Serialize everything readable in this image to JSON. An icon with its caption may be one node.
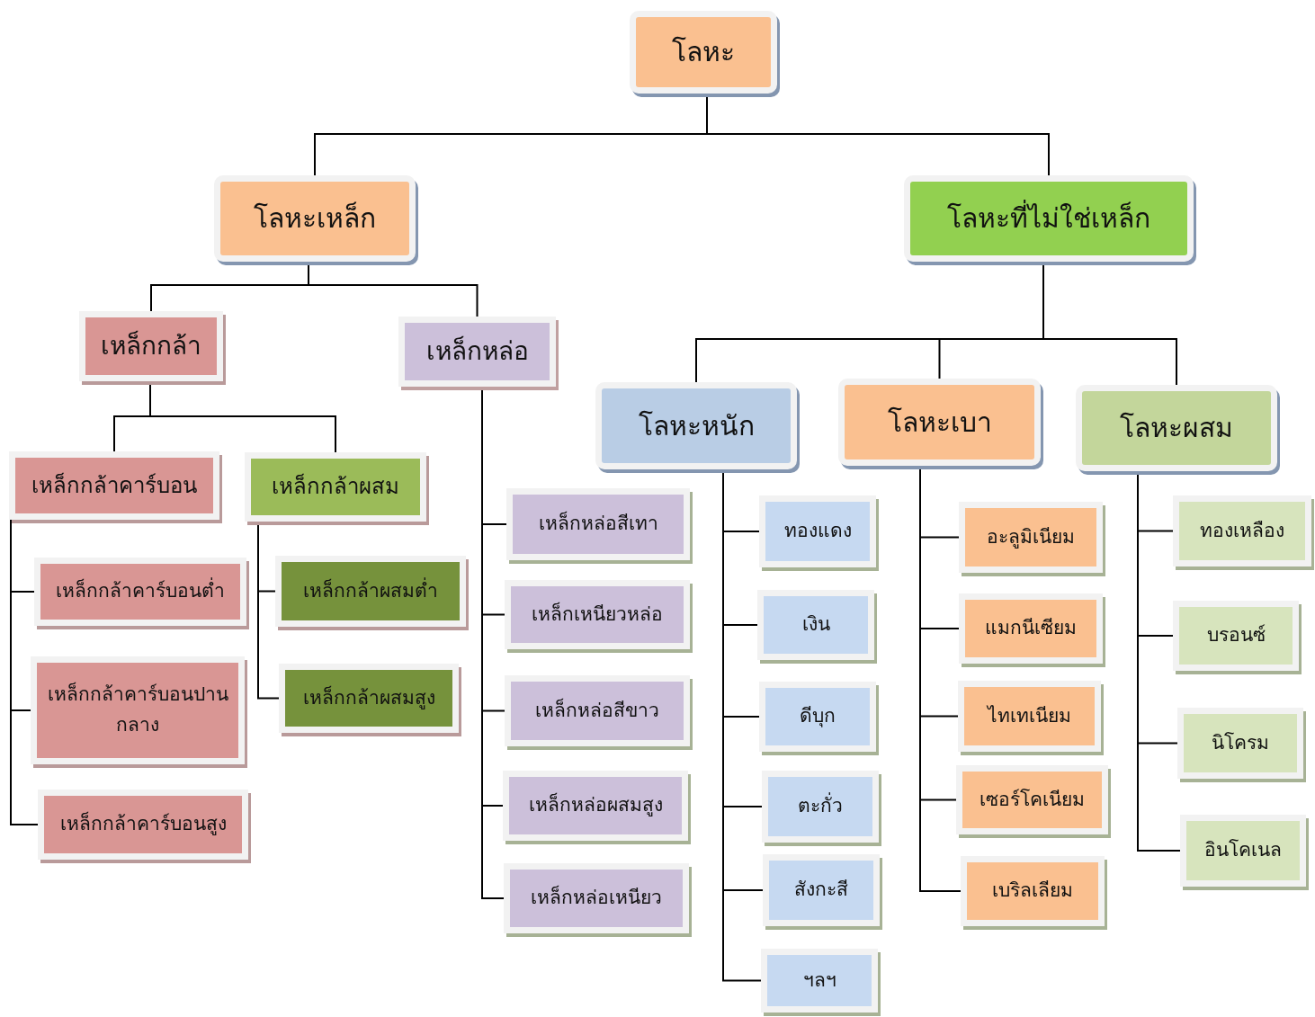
{
  "diagram": {
    "nodes": [
      {
        "text": [
          "โลหะ"
        ]
      },
      {
        "text": [
          "โลหะเหล็ก"
        ]
      },
      {
        "text": [
          "โลหะที่ไม่ใช่เหล็ก"
        ]
      },
      {
        "text": [
          "เหล็กกล้า"
        ]
      },
      {
        "text": [
          "เหล็กหล่อ"
        ]
      },
      {
        "text": [
          "เหล็กกล้าคาร์บอน"
        ]
      },
      {
        "text": [
          "เหล็กกล้าผสม"
        ]
      },
      {
        "text": [
          "เหล็กกล้าคาร์บอนต่ำ"
        ]
      },
      {
        "text": [
          "เหล็กกล้าคาร์บอนปานกลาง"
        ]
      },
      {
        "text": [
          "เหล็กกล้าคาร์บอนสูง"
        ]
      },
      {
        "text": [
          "เหล็กกล้าผสมต่ำ"
        ]
      },
      {
        "text": [
          "เหล็กกล้าผสมสูง"
        ]
      },
      {
        "text": [
          "เหล็กหล่อสีเทา"
        ]
      },
      {
        "text": [
          "เหล็กเหนียวหล่อ"
        ]
      },
      {
        "text": [
          "เหล็กหล่อสีขาว"
        ]
      },
      {
        "text": [
          "เหล็กหล่อผสมสูง"
        ]
      },
      {
        "text": [
          "เหล็กหล่อเหนียว"
        ]
      },
      {
        "text": [
          "โลหะหนัก"
        ]
      },
      {
        "text": [
          "โลหะเบา"
        ]
      },
      {
        "text": [
          "โลหะผสม"
        ]
      },
      {
        "text": [
          "ทองแดง"
        ]
      },
      {
        "text": [
          "เงิน"
        ]
      },
      {
        "text": [
          "ดีบุก"
        ]
      },
      {
        "text": [
          "ตะกั่ว"
        ]
      },
      {
        "text": [
          "สังกะสี"
        ]
      },
      {
        "text": [
          "ฯลฯ"
        ]
      },
      {
        "text": [
          "อะลูมิเนียม"
        ]
      },
      {
        "text": [
          "แมกนีเซียม"
        ]
      },
      {
        "text": [
          "ไทเทเนียม"
        ]
      },
      {
        "text": [
          "เซอร์โคเนียม"
        ]
      },
      {
        "text": [
          "เบริลเลียม"
        ]
      },
      {
        "text": [
          "ทองเหลือง"
        ]
      },
      {
        "text": [
          "บรอนซ์"
        ]
      },
      {
        "text": [
          "นิโครม"
        ]
      },
      {
        "text": [
          "อินโคเนล"
        ]
      }
    ],
    "edges": [
      {
        "from": 0,
        "to": 1,
        "arrow": "none"
      },
      {
        "from": 0,
        "to": 2,
        "arrow": "none"
      },
      {
        "from": 1,
        "to": 3,
        "arrow": "none"
      },
      {
        "from": 1,
        "to": 4,
        "arrow": "none"
      },
      {
        "from": 3,
        "to": 5,
        "arrow": "none"
      },
      {
        "from": 3,
        "to": 6,
        "arrow": "none"
      },
      {
        "from": 5,
        "to": 7,
        "arrow": "none"
      },
      {
        "from": 5,
        "to": 8,
        "arrow": "none"
      },
      {
        "from": 5,
        "to": 9,
        "arrow": "none"
      },
      {
        "from": 6,
        "to": 10,
        "arrow": "none"
      },
      {
        "from": 6,
        "to": 11,
        "arrow": "none"
      },
      {
        "from": 4,
        "to": 12,
        "arrow": "none"
      },
      {
        "from": 4,
        "to": 13,
        "arrow": "none"
      },
      {
        "from": 4,
        "to": 14,
        "arrow": "none"
      },
      {
        "from": 4,
        "to": 15,
        "arrow": "none"
      },
      {
        "from": 4,
        "to": 16,
        "arrow": "none"
      },
      {
        "from": 2,
        "to": 17,
        "arrow": "none"
      },
      {
        "from": 2,
        "to": 18,
        "arrow": "none"
      },
      {
        "from": 2,
        "to": 19,
        "arrow": "none"
      },
      {
        "from": 17,
        "to": 20,
        "arrow": "none"
      },
      {
        "from": 17,
        "to": 21,
        "arrow": "none"
      },
      {
        "from": 17,
        "to": 22,
        "arrow": "none"
      },
      {
        "from": 17,
        "to": 23,
        "arrow": "none"
      },
      {
        "from": 17,
        "to": 24,
        "arrow": "none"
      },
      {
        "from": 17,
        "to": 25,
        "arrow": "none"
      },
      {
        "from": 18,
        "to": 26,
        "arrow": "none"
      },
      {
        "from": 18,
        "to": 27,
        "arrow": "none"
      },
      {
        "from": 18,
        "to": 28,
        "arrow": "none"
      },
      {
        "from": 18,
        "to": 29,
        "arrow": "none"
      },
      {
        "from": 18,
        "to": 30,
        "arrow": "none"
      },
      {
        "from": 19,
        "to": 31,
        "arrow": "none"
      },
      {
        "from": 19,
        "to": 32,
        "arrow": "none"
      },
      {
        "from": 19,
        "to": 33,
        "arrow": "none"
      },
      {
        "from": 19,
        "to": 34,
        "arrow": "none"
      }
    ]
  }
}
